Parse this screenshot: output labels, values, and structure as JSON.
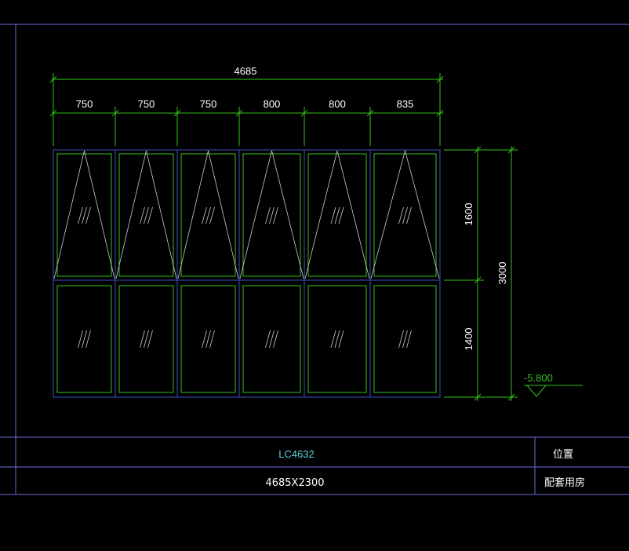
{
  "drawing": {
    "overall_width_label": "4685",
    "panel_width_labels": [
      "750",
      "750",
      "750",
      "800",
      "800",
      "835"
    ],
    "upper_height_label": "1600",
    "lower_height_label": "1400",
    "total_height_label": "3000",
    "level_mark": "-5.800"
  },
  "title_block": {
    "window_code": "LC4632",
    "window_size": "4685X2300",
    "position_header": "位置",
    "position_value": "配套用房"
  },
  "colors": {
    "background": "#000000",
    "frame_outer": "#3f4fbf",
    "glass_line": "#34c21a",
    "dimension": "#34c21a",
    "text": "#ffffff",
    "code_text": "#5fd0e0",
    "table_line": "#6a6adf"
  }
}
